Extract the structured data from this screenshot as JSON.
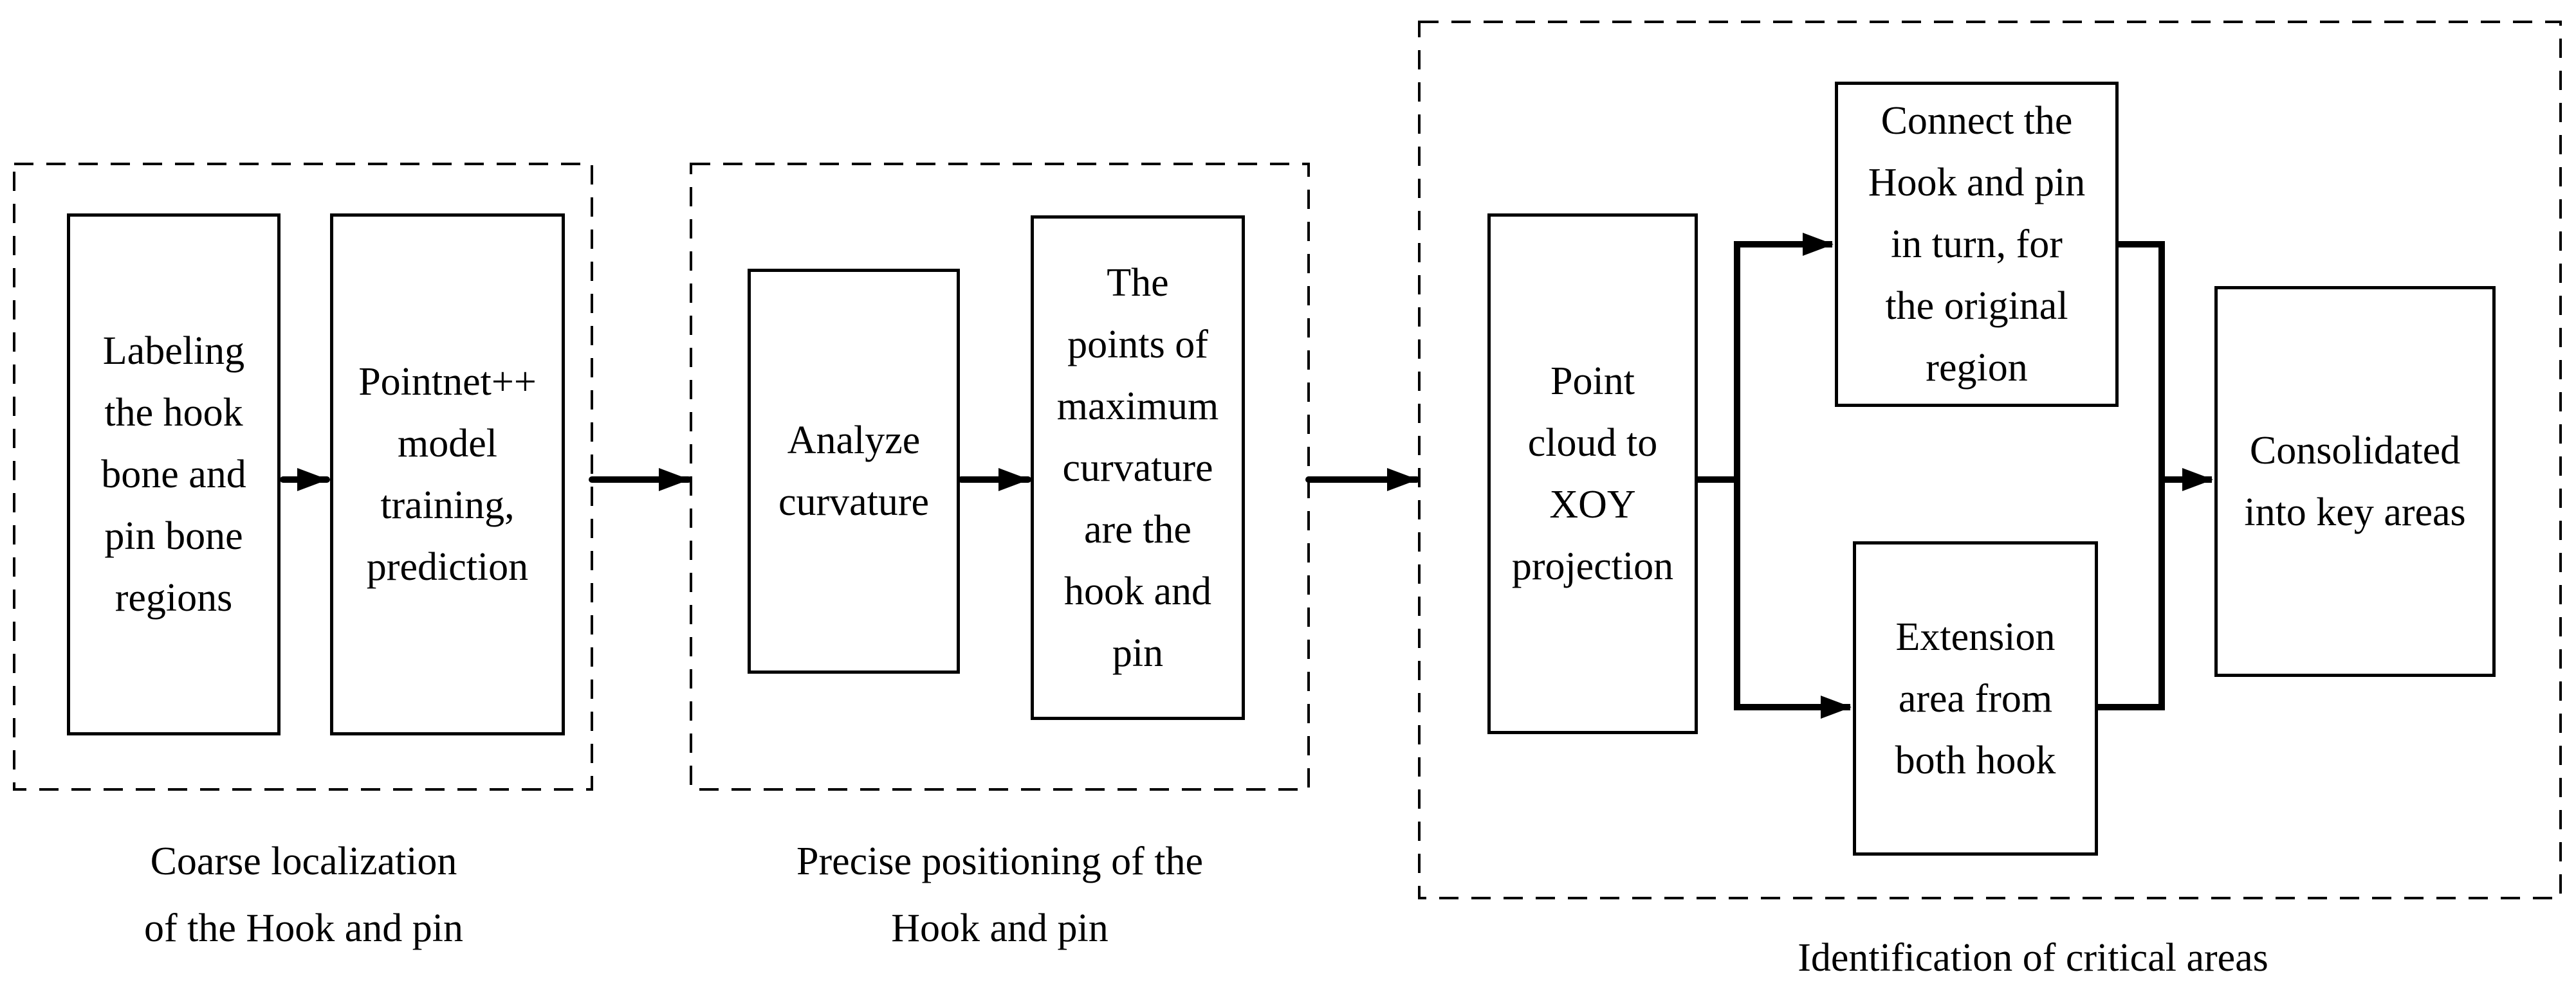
{
  "colors": {
    "ink": "#000000",
    "background": "#ffffff"
  },
  "groups": [
    {
      "caption": "Coarse localization\nof the Hook and pin",
      "boxes": [
        {
          "text": "Labeling\nthe hook\nbone and\npin bone\nregions"
        },
        {
          "text": "Pointnet++\nmodel\ntraining,\nprediction"
        }
      ]
    },
    {
      "caption": "Precise positioning of the\nHook and pin",
      "boxes": [
        {
          "text": "Analyze\ncurvature"
        },
        {
          "text": "The\npoints of\nmaximum\ncurvature\nare the\nhook and\npin"
        }
      ]
    },
    {
      "caption": "Identification of critical areas",
      "boxes": [
        {
          "text": "Point\ncloud to\nXOY\nprojection"
        },
        {
          "text": "Connect the\nHook and pin\nin turn, for\nthe original\nregion"
        },
        {
          "text": "Extension\narea from\nboth hook"
        },
        {
          "text": "Consolidated\ninto key areas"
        }
      ]
    }
  ]
}
